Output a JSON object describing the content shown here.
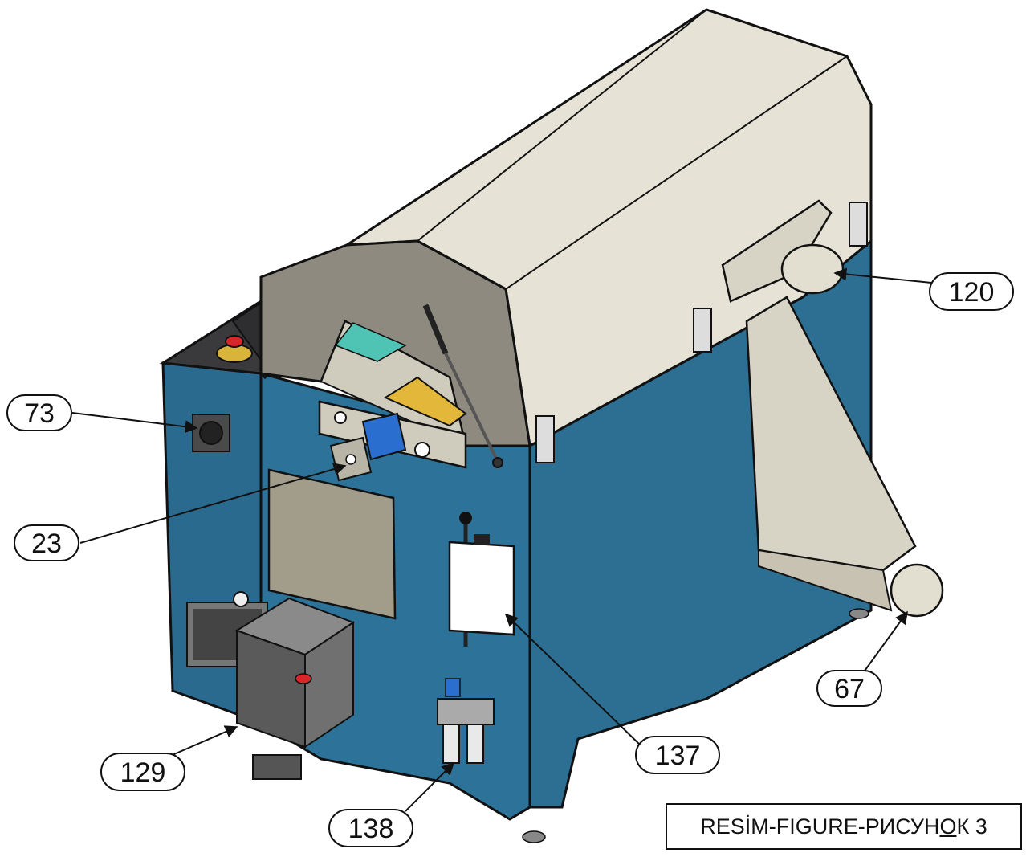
{
  "callouts": [
    {
      "id": "73",
      "label": "73"
    },
    {
      "id": "23",
      "label": "23"
    },
    {
      "id": "129",
      "label": "129"
    },
    {
      "id": "138",
      "label": "138"
    },
    {
      "id": "137",
      "label": "137"
    },
    {
      "id": "120",
      "label": "120"
    },
    {
      "id": "67",
      "label": "67"
    }
  ],
  "caption": {
    "prefix": "RESİM-FIGURE-РИСУН",
    "underlined": "О",
    "suffix": "К 3"
  },
  "colors": {
    "body_blue": "#2c6f93",
    "cover_beige": "#e6e3d6",
    "end_plate_grey": "#8e8a80",
    "motor_blue": "#2a6fd0",
    "yellow_part": "#e2b73a",
    "teal_interior": "#4fc4b4",
    "outline": "#111111"
  }
}
